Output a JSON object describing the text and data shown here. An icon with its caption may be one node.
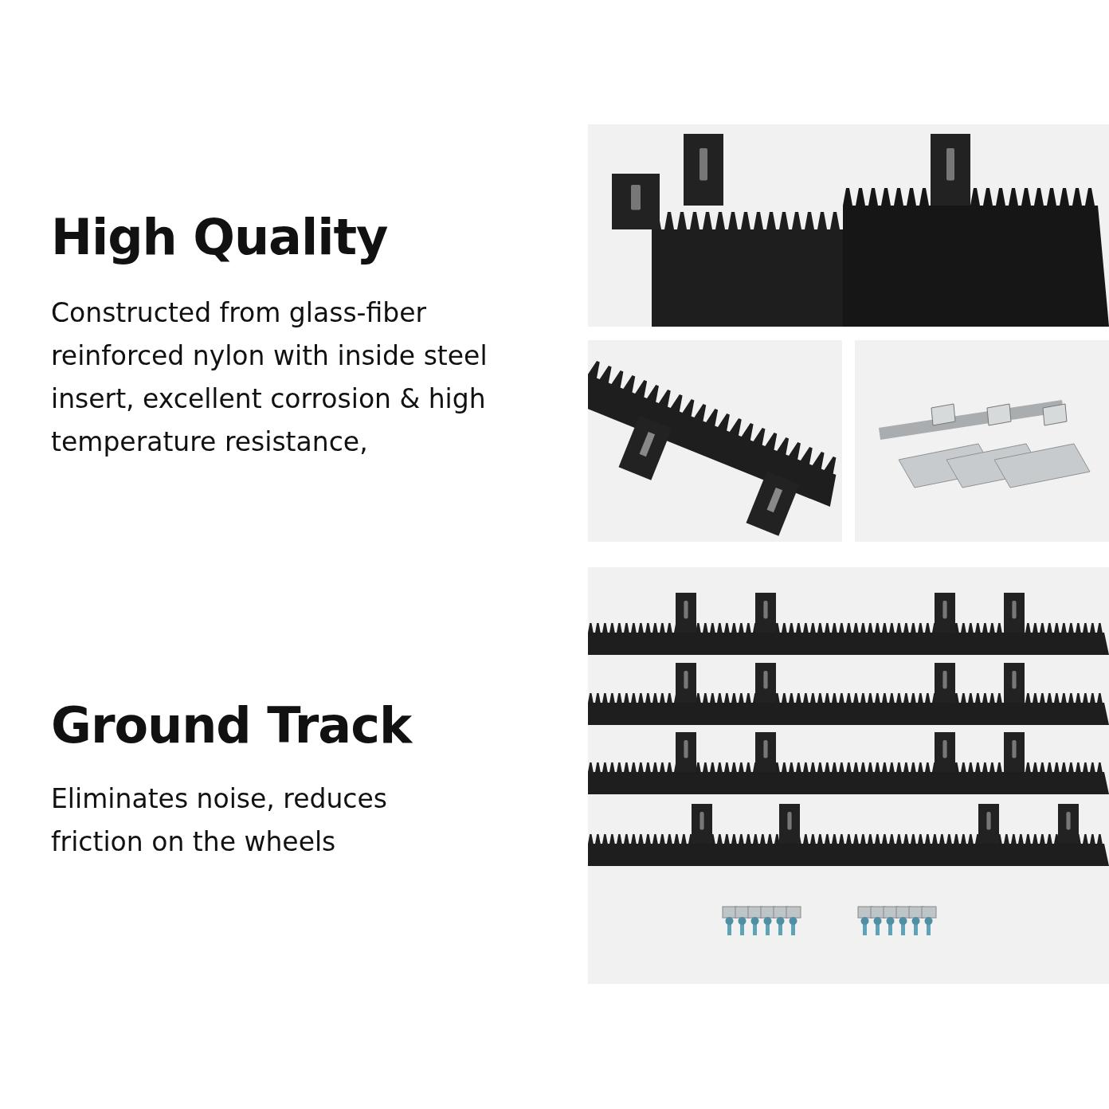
{
  "diagram": {
    "labels": [
      "High Quality",
      "Constructed from glass-fiber reinforced nylon with inside steel insert, excellent corrosion & high temperature resistance,",
      "Ground Track",
      "Eliminates noise, reduces friction on the wheels"
    ]
  }
}
